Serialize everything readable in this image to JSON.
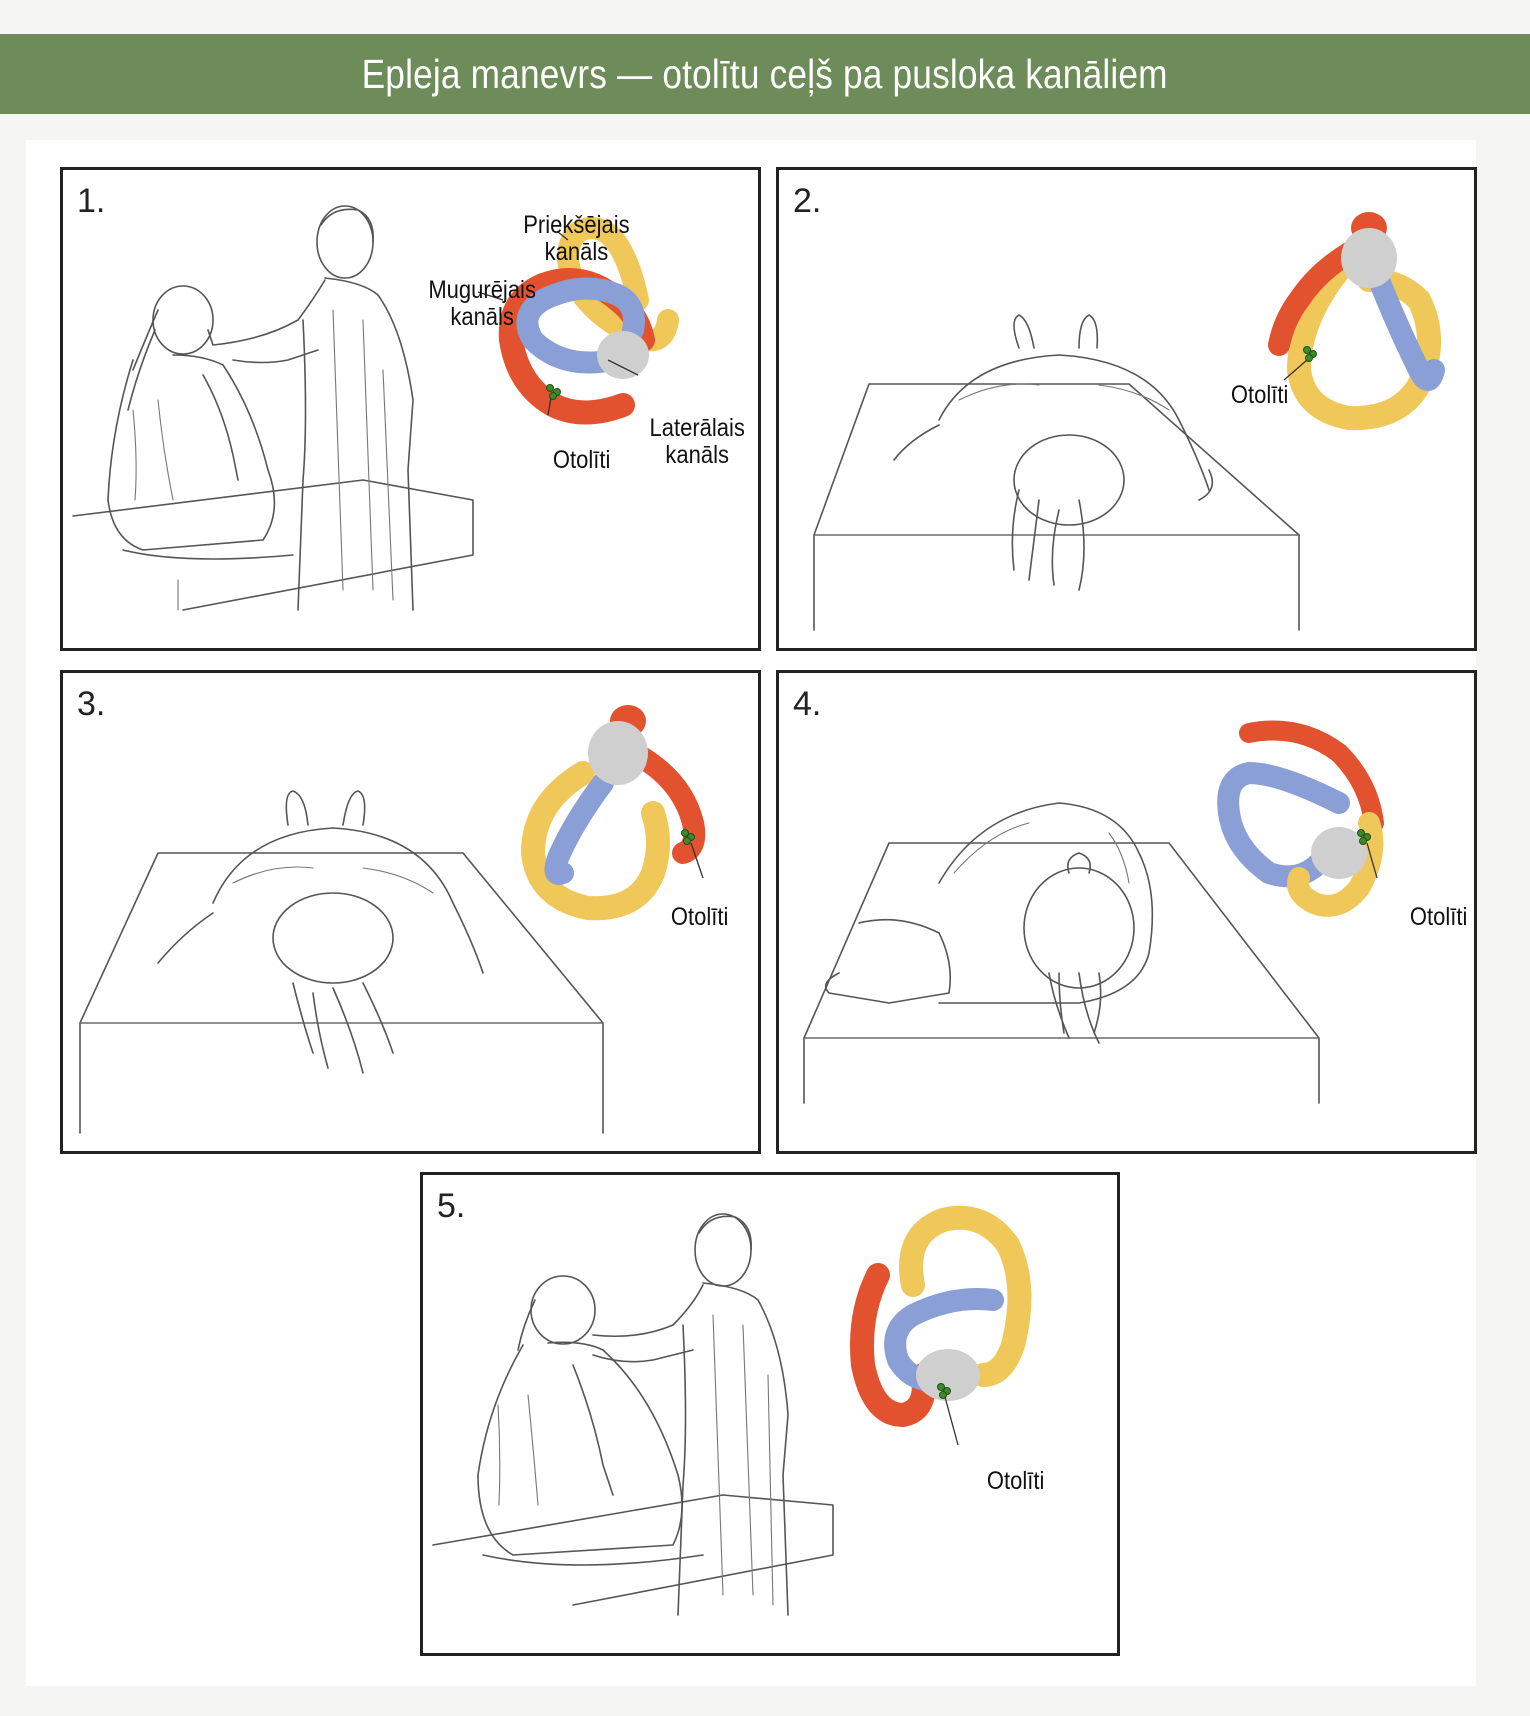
{
  "title": "Epleja manevrs — otolītu ceļš pa pusloka kanāliem",
  "colors": {
    "banner": "#6e8b5a",
    "anterior_canal": "#f0c85a",
    "posterior_canal": "#e2522f",
    "lateral_canal": "#8a9fd6",
    "vestibule": "#cfcfcf",
    "otoliths": "#3d8a2c"
  },
  "panels": [
    {
      "number": "1.",
      "labels": {
        "anterior": "Priekšējais\nkanāls",
        "posterior": "Mugurējais\nkanāls",
        "lateral": "Laterālais\nkanāls",
        "otoliths": "Otolīti"
      }
    },
    {
      "number": "2.",
      "labels": {
        "otoliths": "Otolīti"
      }
    },
    {
      "number": "3.",
      "labels": {
        "otoliths": "Otolīti"
      }
    },
    {
      "number": "4.",
      "labels": {
        "otoliths": "Otolīti"
      }
    },
    {
      "number": "5.",
      "labels": {
        "otoliths": "Otolīti"
      }
    }
  ]
}
